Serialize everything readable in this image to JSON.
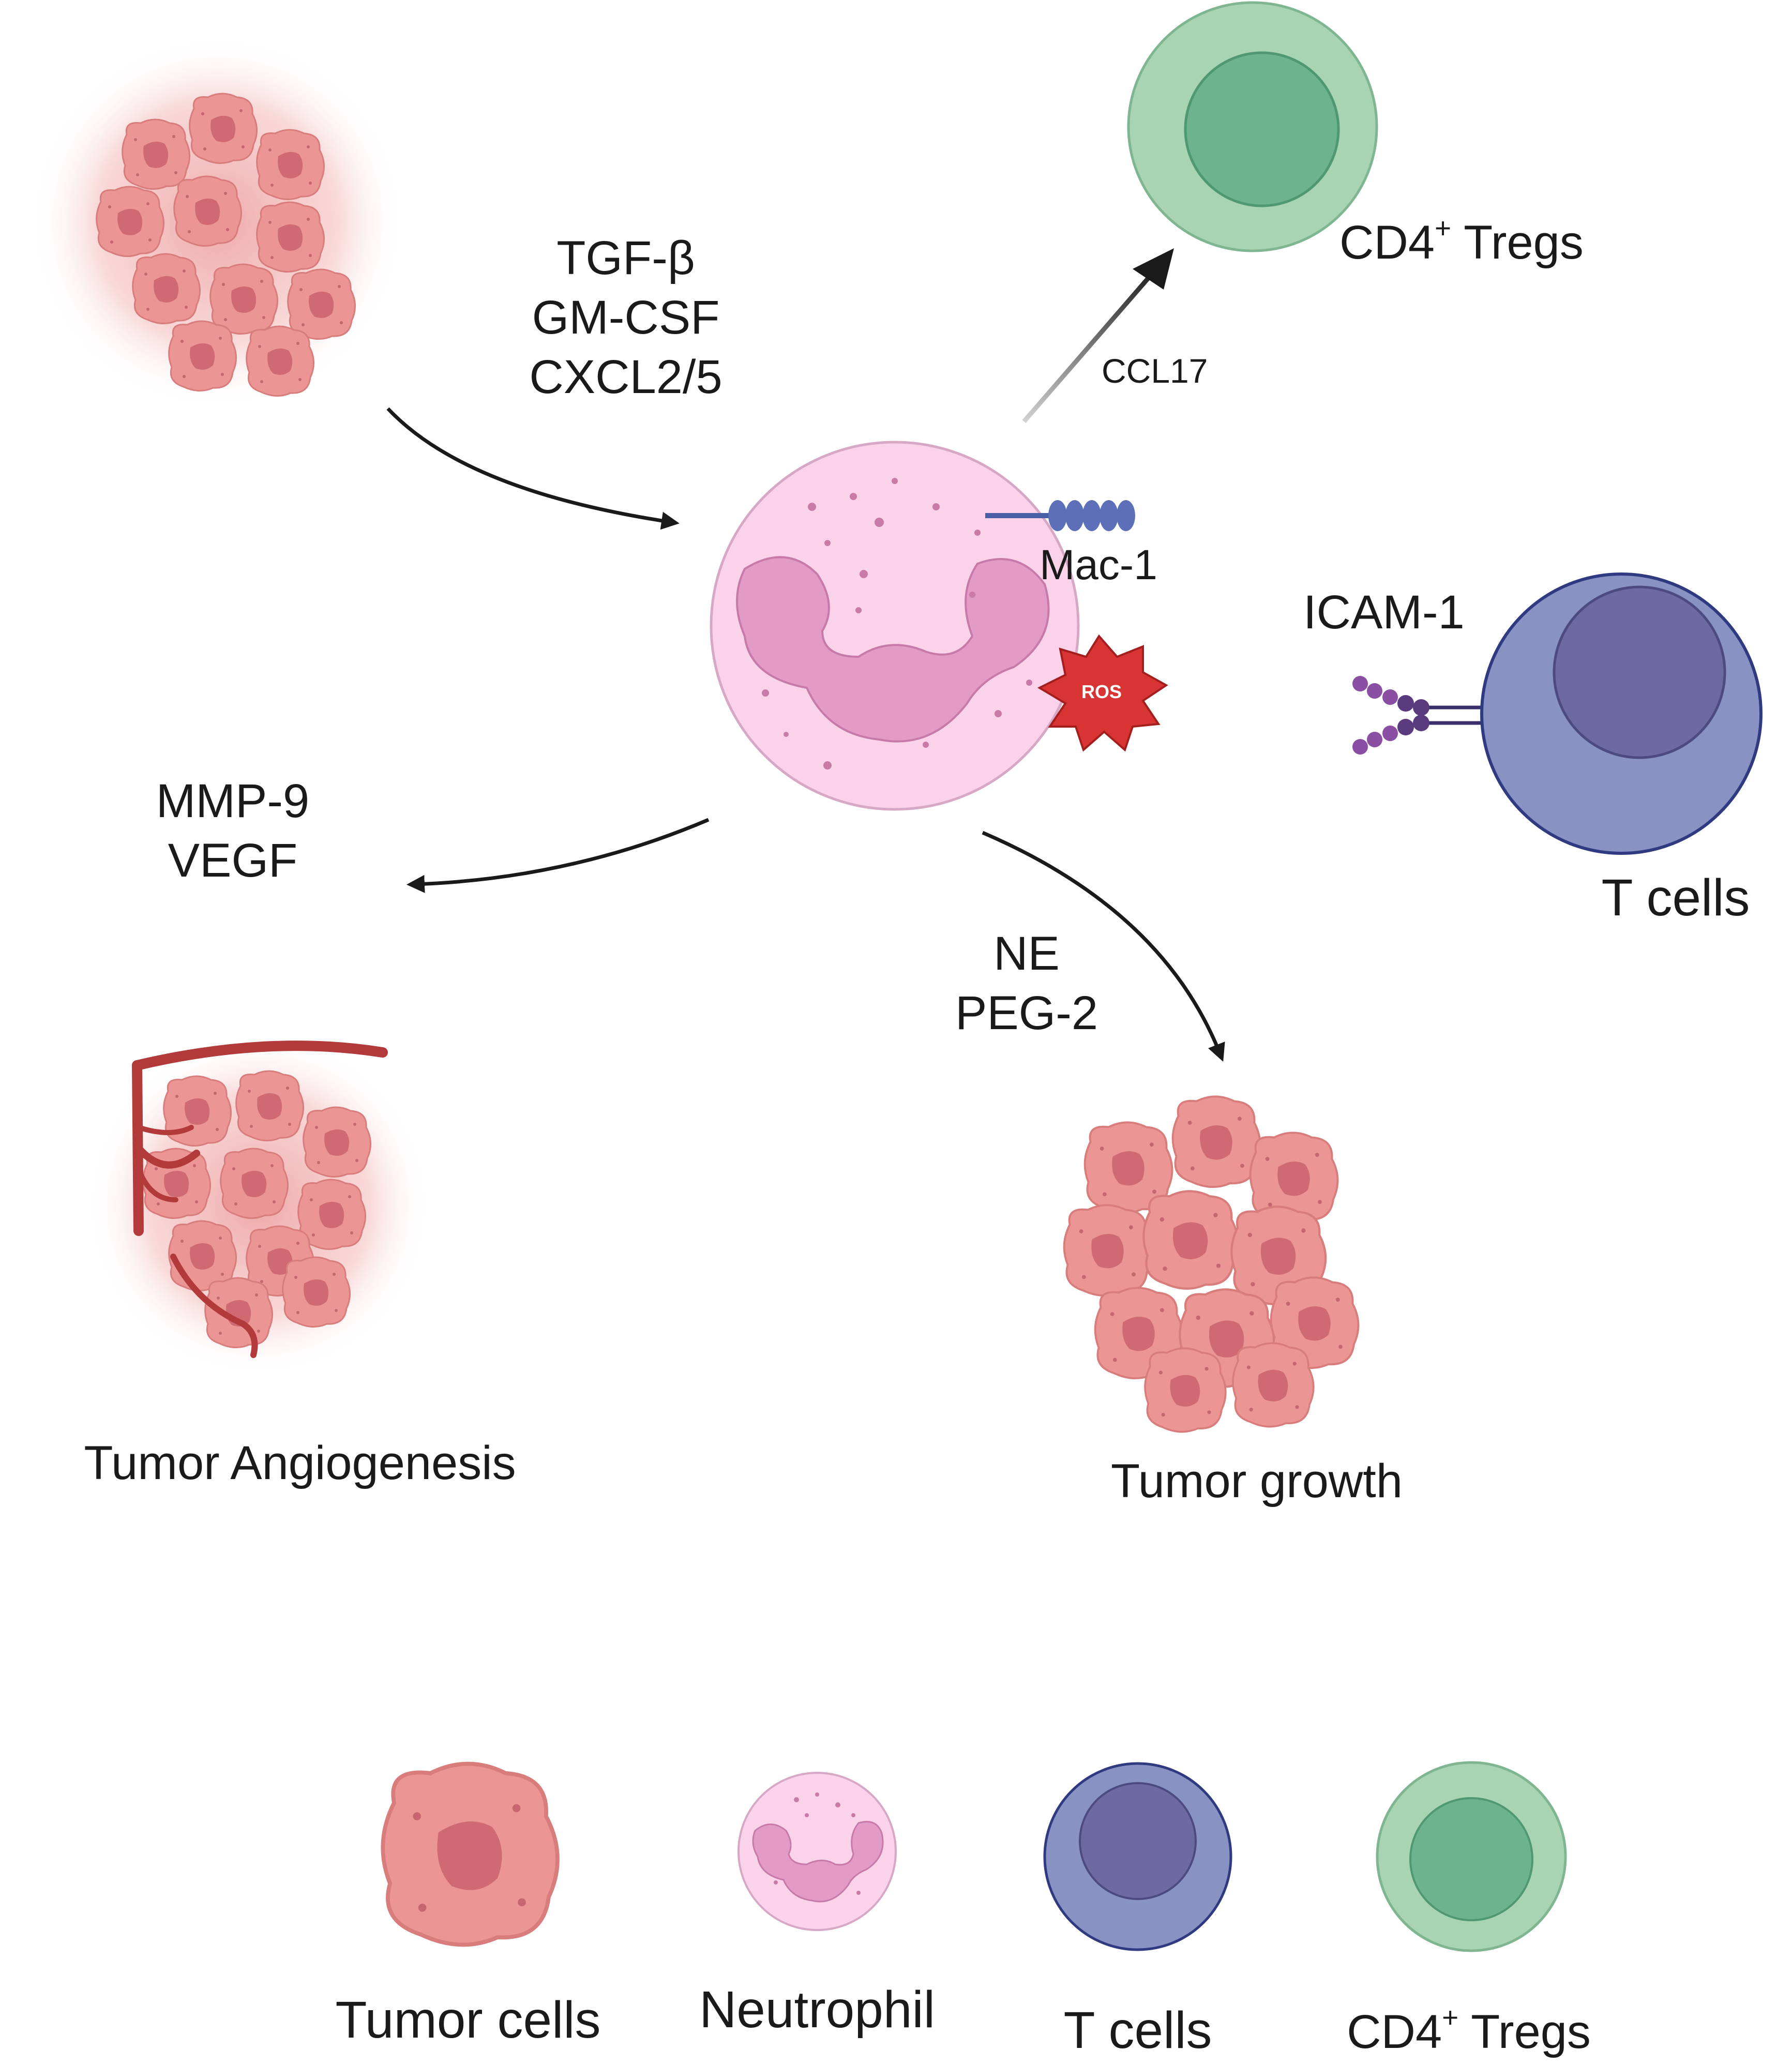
{
  "labels": {
    "tumor_signals": [
      "TGF-β",
      "GM-CSF",
      "CXCL2/5"
    ],
    "ccl17": "CCL17",
    "treg_main": "CD4",
    "treg_sup": "+",
    "treg_tail": " Tregs",
    "mac1": "Mac-1",
    "icam1": "ICAM-1",
    "ros": "ROS",
    "t_cells": "T cells",
    "angio_signals": [
      "MMP-9",
      "VEGF"
    ],
    "growth_signals": [
      "NE",
      "PEG-2"
    ],
    "tumor_angiogenesis": "Tumor Angiogenesis",
    "tumor_growth": "Tumor growth"
  },
  "legend": {
    "tumor_cells": "Tumor cells",
    "neutrophil": "Neutrophil",
    "t_cells": "T cells",
    "treg_main": "CD4",
    "treg_sup": "+",
    "treg_tail": " Tregs"
  },
  "colors": {
    "tumor": "#e98a8a",
    "tumor_dark": "#c9646a",
    "neutrophil": "#fad3ea",
    "neutrophil_nucleus": "#e29ac7",
    "t_cell": "#8893c4",
    "t_cell_nucleus": "#6c6aa0",
    "treg": "#a9d4b4",
    "treg_nucleus": "#6db38d",
    "vessel": "#b23a3a",
    "ros": "#d93434"
  }
}
